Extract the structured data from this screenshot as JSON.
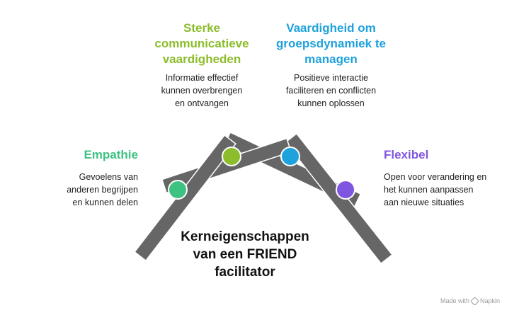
{
  "center": {
    "line1": "Kerneigenschappen",
    "line2": "van een FRIEND",
    "line3": "facilitator"
  },
  "items": [
    {
      "title_lines": [
        "Empathie"
      ],
      "desc_lines": [
        "Gevoelens van",
        "anderen begrijpen",
        "en kunnen delen"
      ],
      "color": "#3dc281"
    },
    {
      "title_lines": [
        "Sterke",
        "communicatieve",
        "vaardigheden"
      ],
      "desc_lines": [
        "Informatie effectief",
        "kunnen overbrengen",
        "en ontvangen"
      ],
      "color": "#8cbd2c"
    },
    {
      "title_lines": [
        "Vaardigheid om",
        "groepsdynamiek te",
        "managen"
      ],
      "desc_lines": [
        "Positieve interactie",
        "faciliteren en conflicten",
        "kunnen oplossen"
      ],
      "color": "#1ea2dc"
    },
    {
      "title_lines": [
        "Flexibel"
      ],
      "desc_lines": [
        "Open voor verandering en",
        "het kunnen aanpassen",
        "aan nieuwe situaties"
      ],
      "color": "#7f56e0"
    }
  ],
  "colors": {
    "beam": "#666666",
    "beam_stroke": "#ffffff"
  },
  "footer": {
    "made_with": "Made with",
    "brand": "Napkin"
  }
}
